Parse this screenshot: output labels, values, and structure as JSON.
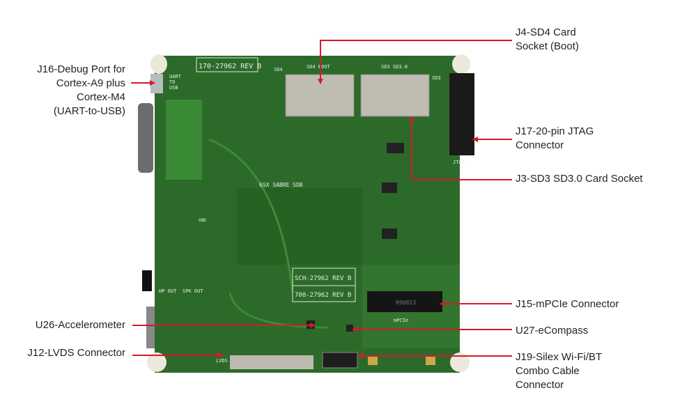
{
  "colors": {
    "board": "#2c6a2a",
    "board_dark": "#1f5320",
    "callout": "#d7192b",
    "text": "#231f20",
    "silk": "#e8efe4"
  },
  "callouts": {
    "j16": [
      "J16-Debug Port for",
      "Cortex-A9 plus",
      "Cortex-M4",
      "(UART-to-USB)"
    ],
    "u26": [
      "U26-Accelerometer"
    ],
    "j12": [
      "J12-LVDS Connector"
    ],
    "j4": [
      "J4-SD4 Card",
      "Socket (Boot)"
    ],
    "j17": [
      "J17-20-pin JTAG",
      "Connector"
    ],
    "j3": [
      "J3-SD3 SD3.0 Card Socket"
    ],
    "j15": [
      "J15-mPCIe Connector"
    ],
    "u27": [
      "U27-eCompass"
    ],
    "j19": [
      "J19-Silex Wi-Fi/BT",
      "Combo Cable",
      "Connector"
    ]
  },
  "silkscreen": {
    "part_top": "170-27962 REV B",
    "sd4": "SD4",
    "sd4_boot": "SD4 BOOT",
    "sd3_sd30": "SD3 SD3.0",
    "sd3": "SD3",
    "uart": "UART",
    "to": "TO",
    "usb": "USB",
    "board_name": "6SX SABRE SDB",
    "sch": "SCH-27962 REV B",
    "part_bottom": "700-27962 REV B",
    "hp_out": "HP OUT",
    "spk_out": "SPK OUT",
    "lvds": "LVDS",
    "mpcie": "mPCIe",
    "jtag": "JTAG",
    "gnd": "GND",
    "mpcie_code": "090813"
  }
}
